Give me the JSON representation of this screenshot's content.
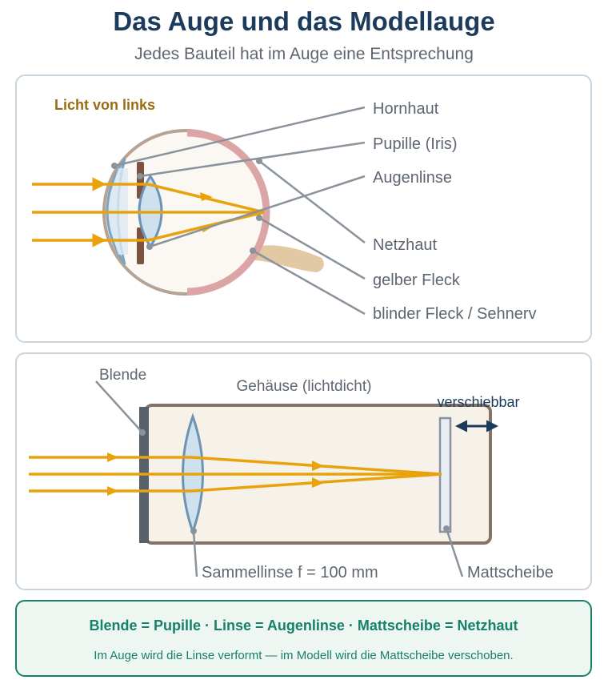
{
  "header": {
    "title": "Das Auge und das Modellauge",
    "subtitle": "Jedes Bauteil hat im Auge eine Entsprechung"
  },
  "eye_panel": {
    "light_label": "Licht von links",
    "labels": {
      "cornea": "Hornhaut",
      "pupil": "Pupille (Iris)",
      "lens": "Augenlinse",
      "retina": "Netzhaut",
      "yellow_spot": "gelber Fleck",
      "blind_spot": "blinder Fleck / Sehnerv"
    }
  },
  "model_panel": {
    "labels": {
      "aperture": "Blende",
      "housing": "Gehäuse (lichtdicht)",
      "movable": "verschiebbar",
      "lens": "Sammellinse f = 100 mm",
      "screen": "Mattscheibe"
    }
  },
  "summary": {
    "main": "Blende = Pupille · Linse = Augenlinse · Mattscheibe = Netzhaut",
    "note": "Im Auge wird die Linse verformt — im Modell wird die Mattscheibe verschoben."
  },
  "colors": {
    "title": "#1c3b5c",
    "light_ray": "#e8a20c",
    "leader_line": "#8a939b",
    "summary_accent": "#16806a",
    "panel_border": "#c9d5de"
  }
}
